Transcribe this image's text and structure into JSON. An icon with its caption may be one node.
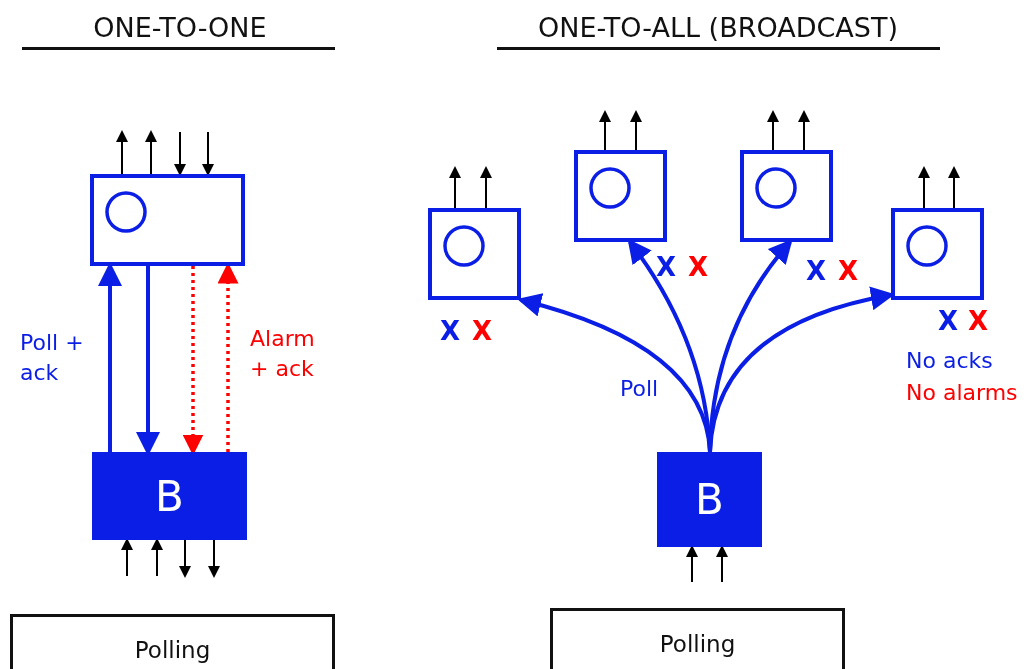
{
  "diagram": {
    "nodes": [
      {
        "text": [],
        "shape": "box"
      },
      {
        "text": [
          "B"
        ]
      },
      {
        "text": [
          "Polling"
        ]
      },
      {
        "text": [],
        "shape": "box",
        "beside": [
          "X",
          "X"
        ]
      },
      {
        "text": [],
        "shape": "box",
        "beside": [
          "X",
          "X"
        ]
      },
      {
        "text": [],
        "shape": "box",
        "beside": [
          "X",
          "X"
        ]
      },
      {
        "text": [],
        "shape": "box",
        "beside": [
          "X",
          "X",
          "No acks",
          "No alarms"
        ]
      },
      {
        "text": [
          "B"
        ]
      },
      {
        "text": [
          "Polling"
        ]
      }
    ],
    "edges": [
      {
        "from": 1,
        "to": 0,
        "arrow": "to",
        "label": "Poll + ack",
        "color": "#0a1ee6",
        "style": "thick"
      },
      {
        "from": 0,
        "to": 1,
        "arrow": "to",
        "color": "#0a1ee6",
        "style": "thick"
      },
      {
        "from": 0,
        "to": 1,
        "arrow": "to",
        "color": "#ff0000",
        "style": "dashed"
      },
      {
        "from": 1,
        "to": 0,
        "arrow": "to",
        "label": "Alarm + ack",
        "color": "#ff0000",
        "style": "dashed"
      },
      {
        "from": 0,
        "to": null,
        "arrow": "to"
      },
      {
        "from": 0,
        "to": null,
        "arrow": "to"
      },
      {
        "from": null,
        "to": 0,
        "arrow": "to"
      },
      {
        "from": null,
        "to": 0,
        "arrow": "to"
      },
      {
        "from": null,
        "to": 1,
        "arrow": "to"
      },
      {
        "from": null,
        "to": 1,
        "arrow": "to"
      },
      {
        "from": 1,
        "to": null,
        "arrow": "to"
      },
      {
        "from": 1,
        "to": null,
        "arrow": "to"
      },
      {
        "from": 3,
        "to": null,
        "arrow": "to"
      },
      {
        "from": 3,
        "to": null,
        "arrow": "to"
      },
      {
        "from": 4,
        "to": null,
        "arrow": "to"
      },
      {
        "from": 4,
        "to": null,
        "arrow": "to"
      },
      {
        "from": 5,
        "to": null,
        "arrow": "to"
      },
      {
        "from": 5,
        "to": null,
        "arrow": "to"
      },
      {
        "from": 6,
        "to": null,
        "arrow": "to"
      },
      {
        "from": 6,
        "to": null,
        "arrow": "to"
      },
      {
        "from": null,
        "to": 7,
        "arrow": "to"
      },
      {
        "from": null,
        "to": 7,
        "arrow": "to"
      },
      {
        "from": 7,
        "to": 3,
        "arrow": "to",
        "label": "Poll",
        "color": "#0a1ee6",
        "style": "thick"
      },
      {
        "from": 7,
        "to": 4,
        "arrow": "to",
        "color": "#0a1ee6",
        "style": "thick"
      },
      {
        "from": 7,
        "to": 5,
        "arrow": "to",
        "color": "#0a1ee6",
        "style": "thick"
      },
      {
        "from": 7,
        "to": 6,
        "arrow": "to",
        "color": "#0a1ee6",
        "style": "thick"
      }
    ],
    "labels": [
      "ONE-TO-ONE",
      "ONE-TO-ALL (BROADCAST)"
    ]
  }
}
